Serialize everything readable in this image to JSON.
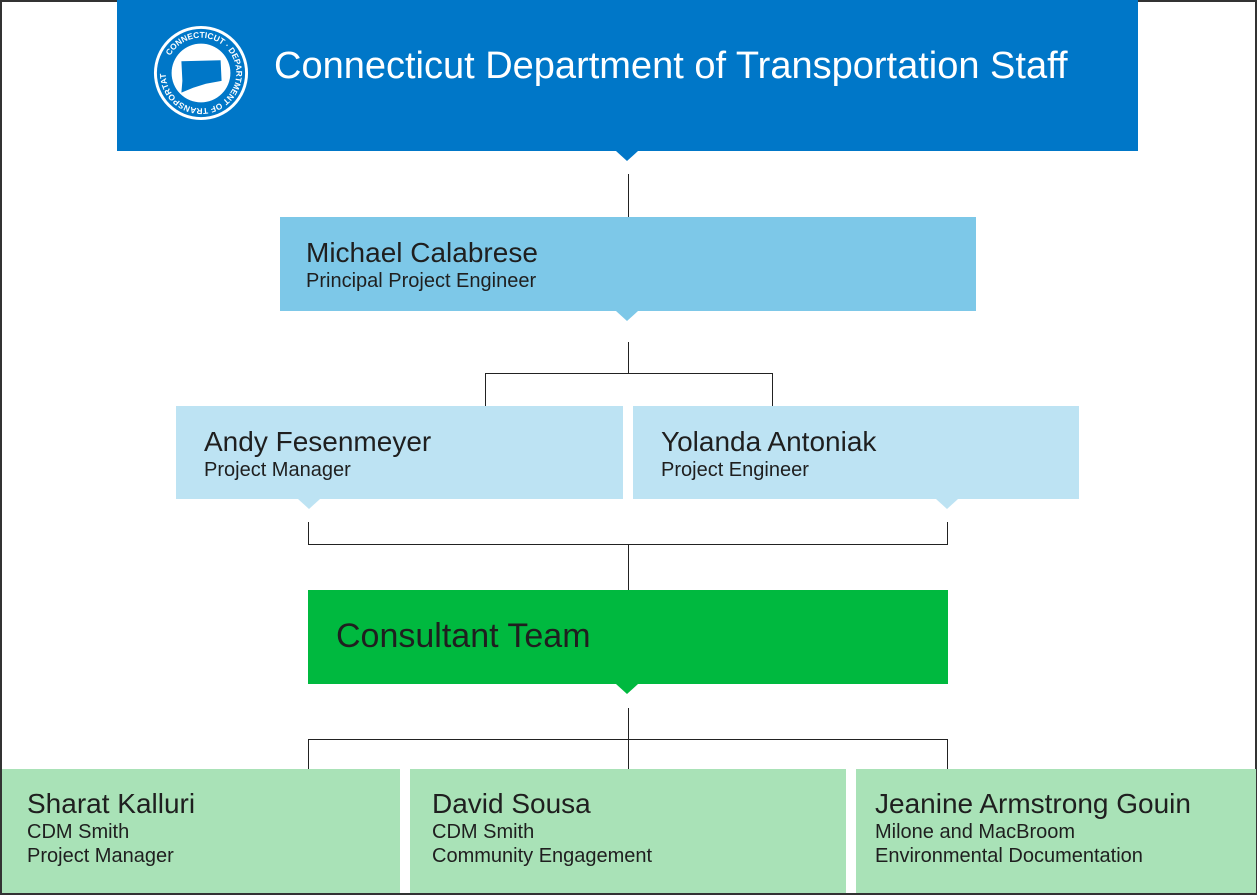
{
  "header": {
    "title": "Connecticut Department of Transportation Staff",
    "seal_text_top": "CONNECTICUT",
    "seal_text_bottom": "DEPARTMENT OF TRANSPORTATION",
    "color": "#0077c8"
  },
  "principal": {
    "name": "Michael Calabrese",
    "role": "Principal Project Engineer",
    "color": "#7dc8e8"
  },
  "managers": [
    {
      "name": "Andy Fesenmeyer",
      "role": "Project Manager"
    },
    {
      "name": "Yolanda Antoniak",
      "role": "Project Engineer"
    }
  ],
  "consultant": {
    "title": "Consultant Team",
    "color": "#00b93f"
  },
  "team": [
    {
      "name": "Sharat Kalluri",
      "company": "CDM Smith",
      "role": "Project Manager"
    },
    {
      "name": "David Sousa",
      "company": "CDM Smith",
      "role": "Community Engagement"
    },
    {
      "name": "Jeanine Armstrong Gouin",
      "company": "Milone and MacBroom",
      "role": "Environmental Documentation"
    }
  ]
}
